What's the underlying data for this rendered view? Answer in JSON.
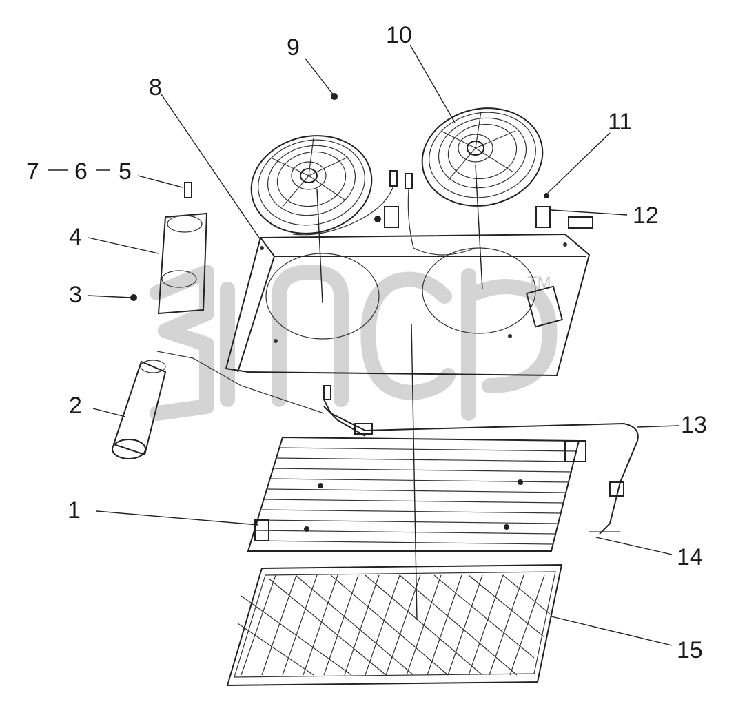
{
  "callouts": {
    "c1": "1",
    "c2": "2",
    "c3": "3",
    "c4": "4",
    "c5": "5",
    "c6": "6",
    "c7": "7",
    "c8": "8",
    "c9": "9",
    "c10": "10",
    "c11": "11",
    "c12": "12",
    "c13": "13",
    "c14": "14",
    "c15": "15"
  },
  "watermark": {
    "trademark": "TM"
  }
}
